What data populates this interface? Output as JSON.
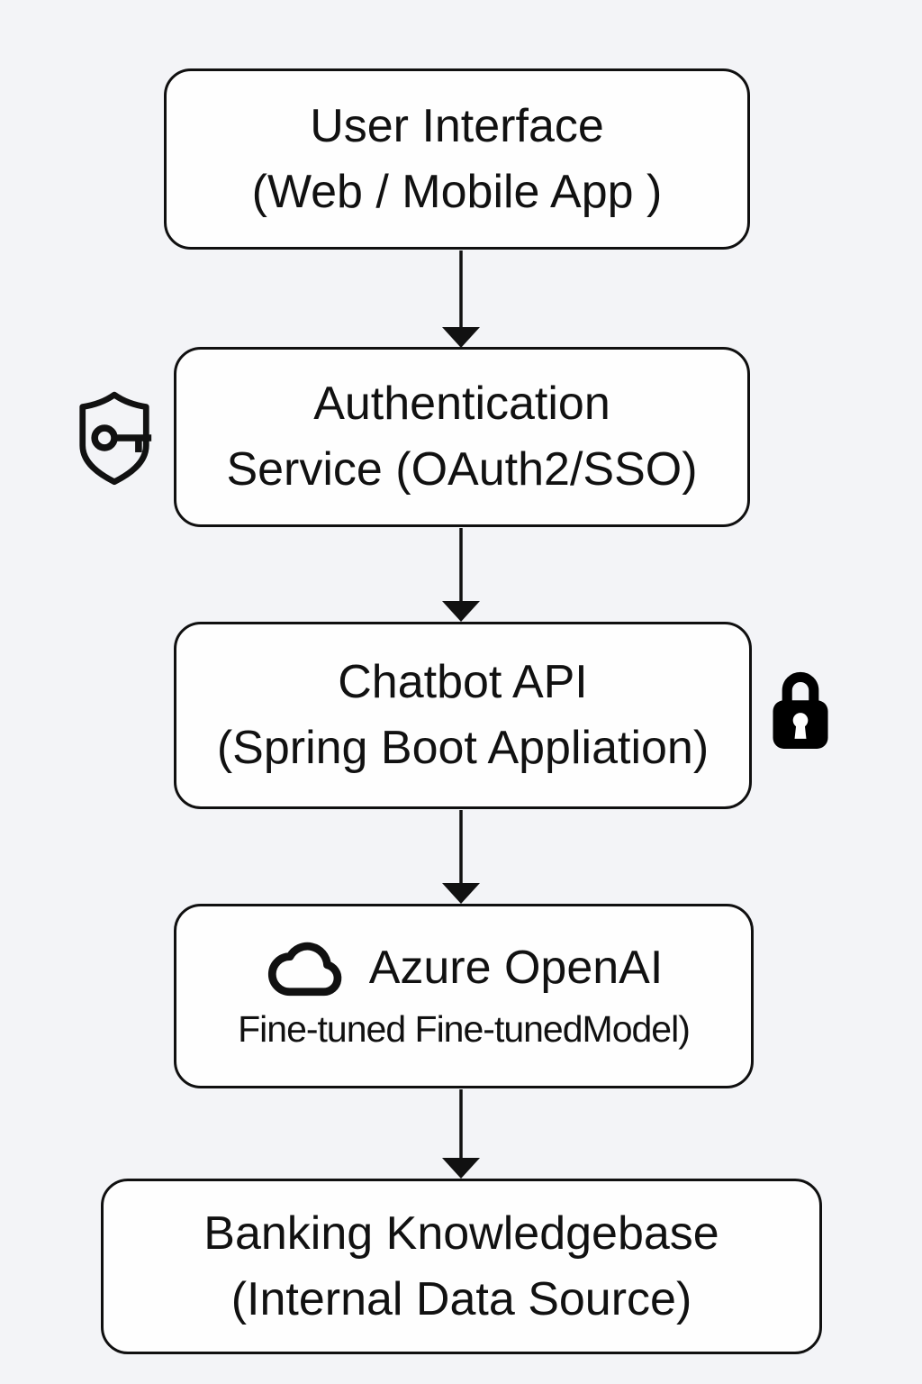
{
  "colors": {
    "background": "#f3f4f7",
    "node_fill": "#fefefe",
    "node_border": "#101010",
    "text": "#111111",
    "icon": "#111111"
  },
  "diagram": {
    "type": "flowchart",
    "direction": "top-down",
    "nodes": [
      {
        "id": "user-interface",
        "line1": "User Interface",
        "line2": "(Web / Mobile App )"
      },
      {
        "id": "authentication-service",
        "line1": "Authentication",
        "line2": "Service (OAuth2/SSO)",
        "icon": "shield-key-icon",
        "icon_position": "outside-left"
      },
      {
        "id": "chatbot-api",
        "line1": "Chatbot API",
        "line2": "(Spring Boot Appliation)",
        "icon": "lock-icon",
        "icon_position": "outside-right"
      },
      {
        "id": "azure-openai",
        "line1": "Azure OpenAI",
        "line2": "Fine-tuned Fine-tunedModel)",
        "icon": "cloud-icon",
        "icon_position": "inline-left"
      },
      {
        "id": "banking-knowledgebase",
        "line1": "Banking Knowledgebase",
        "line2": "(Internal Data Source)"
      }
    ],
    "edges": [
      {
        "from": "user-interface",
        "to": "authentication-service",
        "style": "straight-arrow-down"
      },
      {
        "from": "authentication-service",
        "to": "chatbot-api",
        "style": "straight-arrow-down"
      },
      {
        "from": "chatbot-api",
        "to": "azure-openai",
        "style": "straight-arrow-down"
      },
      {
        "from": "azure-openai",
        "to": "banking-knowledgebase",
        "style": "straight-arrow-down"
      }
    ]
  }
}
